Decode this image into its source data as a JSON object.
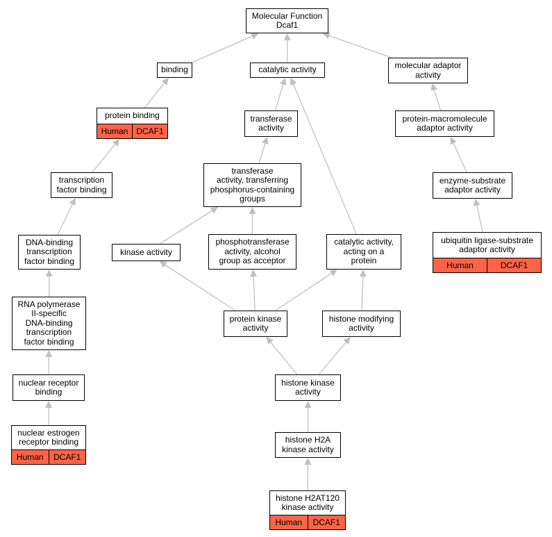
{
  "colors": {
    "annotation_fill": "#fd6347",
    "edge": "#c0c0c0",
    "node_border": "#000000",
    "node_fill": "#ffffff"
  },
  "nodes": {
    "root": {
      "label": "Molecular Function\nDcaf1"
    },
    "binding": {
      "label": "binding"
    },
    "catalytic": {
      "label": "catalytic activity"
    },
    "adaptor": {
      "label": "molecular adaptor\nactivity"
    },
    "protein_binding": {
      "label": "protein binding",
      "annotation": [
        "Human",
        "DCAF1"
      ]
    },
    "transferase": {
      "label": "transferase\nactivity"
    },
    "pm_adaptor": {
      "label": "protein-macromolecule\nadaptor activity"
    },
    "tf_binding": {
      "label": "transcription\nfactor binding"
    },
    "transferase_phos": {
      "label": "transferase\nactivity, transferring\nphosphorus-containing\ngroups"
    },
    "es_adaptor": {
      "label": "enzyme-substrate\nadaptor activity"
    },
    "dna_tf_binding": {
      "label": "DNA-binding\ntranscription\nfactor binding"
    },
    "kinase": {
      "label": "kinase activity"
    },
    "phosphotransferase": {
      "label": "phosphotransferase\nactivity, alcohol\ngroup as acceptor"
    },
    "cat_protein": {
      "label": "catalytic activity,\nacting on a\nprotein"
    },
    "ubiquitin_adaptor": {
      "label": "ubiquitin ligase-substrate\nadaptor activity",
      "annotation": [
        "Human",
        "DCAF1"
      ]
    },
    "rna_pol": {
      "label": "RNA polymerase\nII-specific\nDNA-binding\ntranscription\nfactor binding"
    },
    "protein_kinase": {
      "label": "protein kinase\nactivity"
    },
    "histone_mod": {
      "label": "histone modifying\nactivity"
    },
    "nuclear_receptor": {
      "label": "nuclear receptor\nbinding"
    },
    "histone_kinase": {
      "label": "histone kinase\nactivity"
    },
    "nuclear_estrogen": {
      "label": "nuclear estrogen\nreceptor binding",
      "annotation": [
        "Human",
        "DCAF1"
      ]
    },
    "h2a_kinase": {
      "label": "histone H2A\nkinase activity"
    },
    "h2at120_kinase": {
      "label": "histone H2AT120\nkinase activity",
      "annotation": [
        "Human",
        "DCAF1"
      ]
    }
  },
  "edges": [
    {
      "child": "binding",
      "parent": "root"
    },
    {
      "child": "catalytic",
      "parent": "root"
    },
    {
      "child": "adaptor",
      "parent": "root"
    },
    {
      "child": "protein_binding",
      "parent": "binding"
    },
    {
      "child": "tf_binding",
      "parent": "protein_binding"
    },
    {
      "child": "dna_tf_binding",
      "parent": "tf_binding"
    },
    {
      "child": "rna_pol",
      "parent": "dna_tf_binding"
    },
    {
      "child": "nuclear_receptor",
      "parent": "rna_pol"
    },
    {
      "child": "nuclear_estrogen",
      "parent": "nuclear_receptor"
    },
    {
      "child": "transferase",
      "parent": "catalytic"
    },
    {
      "child": "transferase_phos",
      "parent": "transferase"
    },
    {
      "child": "kinase",
      "parent": "transferase_phos"
    },
    {
      "child": "phosphotransferase",
      "parent": "transferase_phos"
    },
    {
      "child": "cat_protein",
      "parent": "catalytic"
    },
    {
      "child": "protein_kinase",
      "parent": "kinase"
    },
    {
      "child": "protein_kinase",
      "parent": "phosphotransferase"
    },
    {
      "child": "protein_kinase",
      "parent": "cat_protein"
    },
    {
      "child": "histone_mod",
      "parent": "cat_protein"
    },
    {
      "child": "histone_kinase",
      "parent": "protein_kinase"
    },
    {
      "child": "histone_kinase",
      "parent": "histone_mod"
    },
    {
      "child": "h2a_kinase",
      "parent": "histone_kinase"
    },
    {
      "child": "h2at120_kinase",
      "parent": "h2a_kinase"
    },
    {
      "child": "pm_adaptor",
      "parent": "adaptor"
    },
    {
      "child": "es_adaptor",
      "parent": "pm_adaptor"
    },
    {
      "child": "ubiquitin_adaptor",
      "parent": "es_adaptor"
    }
  ]
}
